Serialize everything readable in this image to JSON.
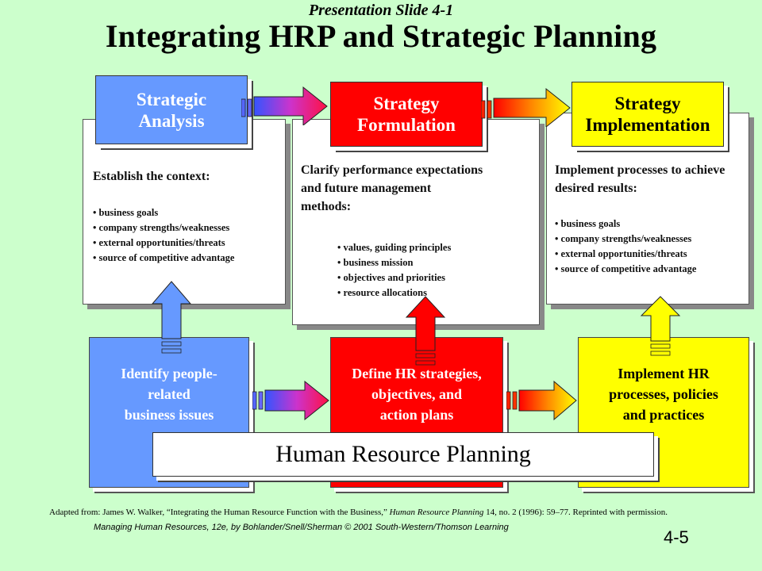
{
  "slide_label": "Presentation Slide 4-1",
  "title": "Integrating HRP and Strategic Planning",
  "stages": [
    {
      "header_lines": [
        "Strategic",
        "Analysis"
      ],
      "color": "#6699ff",
      "intro": "Establish the context:",
      "bullets": [
        "business goals",
        "company strengths/weaknesses",
        "external opportunities/threats",
        "source of competitive advantage"
      ]
    },
    {
      "header_lines": [
        "Strategy",
        "Formulation"
      ],
      "color": "#ff0000",
      "intro": "Clarify performance expectations and future management methods:",
      "bullets": [
        "values, guiding principles",
        "business mission",
        "objectives and priorities",
        "resource allocations"
      ]
    },
    {
      "header_lines": [
        "Strategy",
        "Implementation"
      ],
      "color": "#ffff00",
      "intro": "Implement processes to achieve desired results:",
      "bullets": [
        "business goals",
        "company strengths/weaknesses",
        "external opportunities/threats",
        "source of competitive advantage"
      ]
    }
  ],
  "hr_boxes": [
    {
      "lines": [
        "Identify people-",
        "related",
        "business issues"
      ],
      "color": "#6699ff"
    },
    {
      "lines": [
        "Define HR strategies,",
        "objectives, and",
        "action plans"
      ],
      "color": "#ff0000"
    },
    {
      "lines": [
        "Implement HR",
        "processes, policies",
        "and practices"
      ],
      "color": "#ffff00"
    }
  ],
  "banner": "Human Resource Planning",
  "credit_prefix": "Adapted from: James W. Walker, “Integrating the Human Resource Function with the Business,” ",
  "credit_journal": "Human Resource Planning",
  "credit_suffix": " 14, no. 2 (1996): 59–77. Reprinted with permission.",
  "footer": "Managing Human Resources, 12e, by Bohlander/Snell/Sherman © 2001 South-Western/Thomson Learning",
  "page_number": "4-5"
}
